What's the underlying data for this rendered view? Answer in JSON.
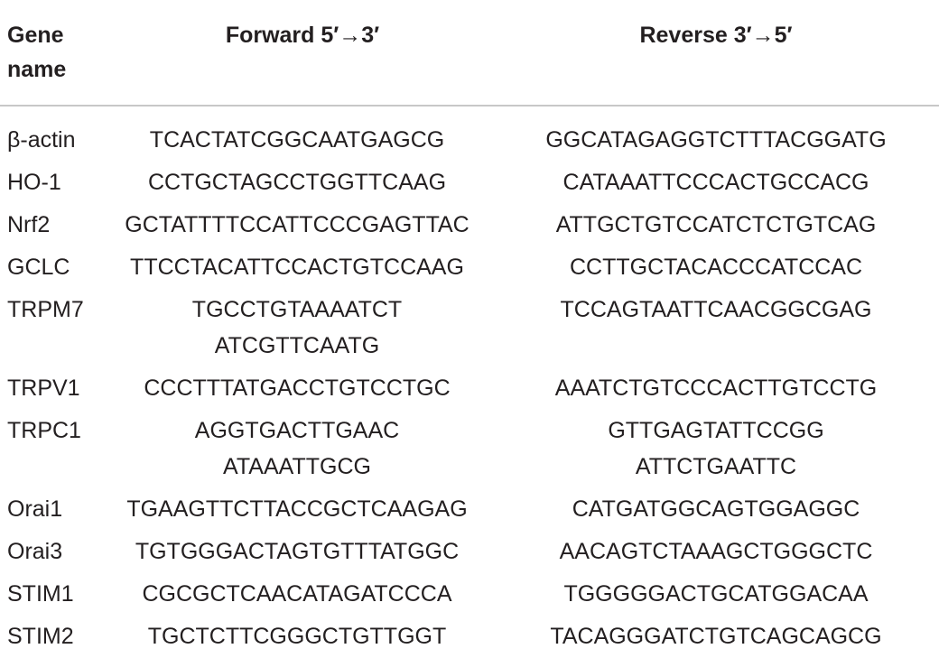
{
  "table": {
    "headers": {
      "gene": [
        "Gene",
        "name"
      ],
      "forward": "Forward 5′→3′",
      "reverse": "Reverse 3′→5′"
    },
    "rows": [
      {
        "gene": "β-actin",
        "forward": [
          "TCACTATCGGCAATGAGCG"
        ],
        "reverse": [
          "GGCATAGAGGTCTTTACGGATG"
        ]
      },
      {
        "gene": "HO-1",
        "forward": [
          "CCTGCTAGCCTGGTTCAAG"
        ],
        "reverse": [
          "CATAAATTCCCACTGCCACG"
        ]
      },
      {
        "gene": "Nrf2",
        "forward": [
          "GCTATTTTCCATTCCCGAGTTAC"
        ],
        "reverse": [
          "ATTGCTGTCCATCTCTGTCAG"
        ]
      },
      {
        "gene": "GCLC",
        "forward": [
          "TTCCTACATTCCACTGTCCAAG"
        ],
        "reverse": [
          "CCTTGCTACACCCATCCAC"
        ]
      },
      {
        "gene": "TRPM7",
        "forward": [
          "TGCCTGTAAAATCT",
          "ATCGTTCAATG"
        ],
        "reverse": [
          "TCCAGTAATTCAACGGCGAG"
        ]
      },
      {
        "gene": "TRPV1",
        "forward": [
          "CCCTTTATGACCTGTCCTGC"
        ],
        "reverse": [
          "AAATCTGTCCCACTTGTCCTG"
        ]
      },
      {
        "gene": "TRPC1",
        "forward": [
          "AGGTGACTTGAAC",
          "ATAAATTGCG"
        ],
        "reverse": [
          "GTTGAGTATTCCGG",
          "ATTCTGAATTC"
        ]
      },
      {
        "gene": "Orai1",
        "forward": [
          "TGAAGTTCTTACCGCTCAAGAG"
        ],
        "reverse": [
          "CATGATGGCAGTGGAGGC"
        ]
      },
      {
        "gene": "Orai3",
        "forward": [
          "TGTGGGACTAGTGTTTATGGC"
        ],
        "reverse": [
          "AACAGTCTAAAGCTGGGCTC"
        ]
      },
      {
        "gene": "STIM1",
        "forward": [
          "CGCGCTCAACATAGATCCCA"
        ],
        "reverse": [
          "TGGGGGACTGCATGGACAA"
        ]
      },
      {
        "gene": "STIM2",
        "forward": [
          "TGCTCTTCGGGCTGTTGGT"
        ],
        "reverse": [
          "TACAGGGATCTGTCAGCAGCG"
        ]
      }
    ]
  }
}
